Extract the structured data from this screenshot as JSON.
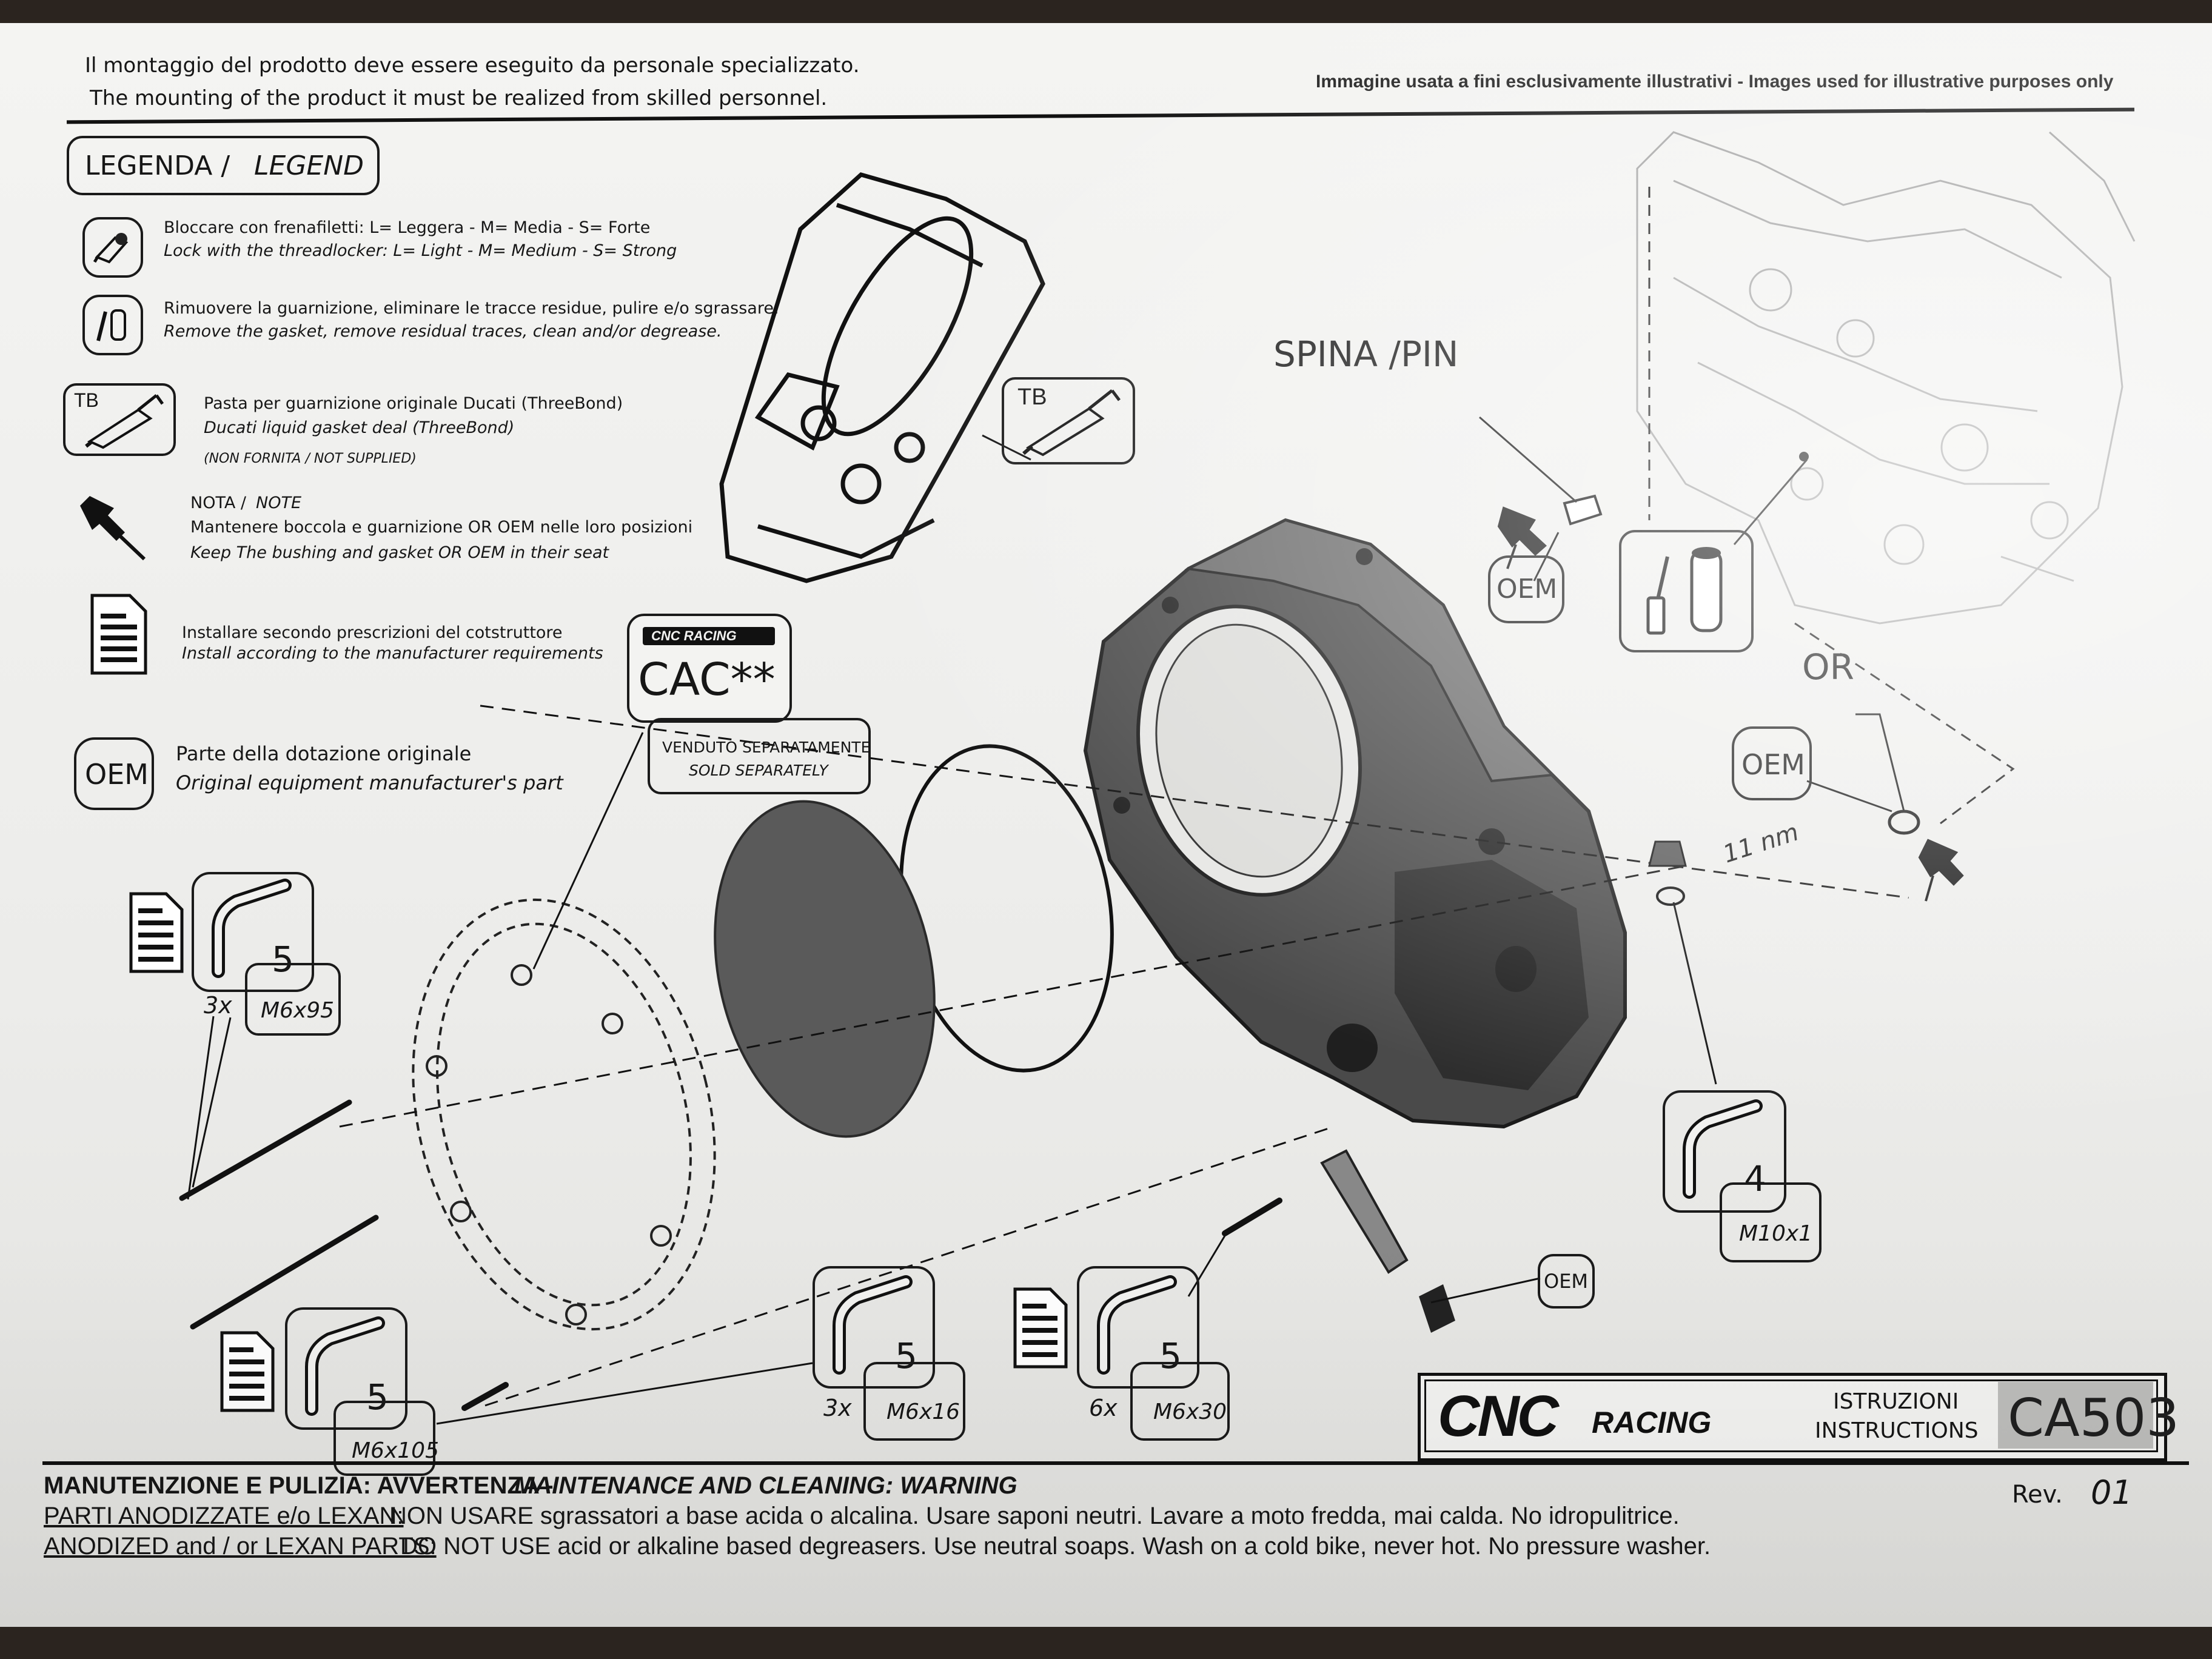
{
  "header": {
    "note_it": "Il montaggio del prodotto deve essere eseguito da personale specializzato.",
    "note_en": "The mounting of the product it must be realized from skilled personnel.",
    "disclaimer": "Immagine usata a fini esclusivamente illustrativi - Images used for illustrative purposes only"
  },
  "legend": {
    "title_it": "LEGENDA /",
    "title_en": "LEGEND",
    "items": [
      {
        "icon": "threadlocker-icon",
        "it": "Bloccare con frenafiletti: L= Leggera - M= Media - S= Forte",
        "en": "Lock with the threadlocker: L= Light - M= Medium - S= Strong"
      },
      {
        "icon": "gasket-clean-icon",
        "it": "Rimuovere la guarnizione, eliminare le tracce residue, pulire e/o sgrassare.",
        "en": "Remove the gasket, remove residual traces, clean and/or degrease."
      },
      {
        "icon": "threebond-tube-icon",
        "badge": "TB",
        "it": "Pasta per guarnizione originale Ducati (ThreeBond)",
        "en": "Ducati liquid gasket deal (ThreeBond)",
        "extra": "(NON FORNITA / NOT SUPPLIED)"
      },
      {
        "icon": "pushpin-icon",
        "it_head": "NOTA /",
        "en_head": "NOTE",
        "it": "Mantenere boccola e guarnizione OR OEM nelle loro posizioni",
        "en": "Keep The bushing and gasket OR OEM in their seat"
      },
      {
        "icon": "document-icon",
        "it": "Installare secondo prescrizioni del cotstruttore",
        "en": "Install according to the manufacturer requirements"
      },
      {
        "icon": "oem-badge-icon",
        "badge": "OEM",
        "it": "Parte della dotazione originale",
        "en": "Original equipment manufacturer's part"
      }
    ]
  },
  "diagram": {
    "spina_label": "SPINA /PIN",
    "or_label": "OR",
    "oem_label": "OEM",
    "tb_label": "TB",
    "torque_note": "11 nm",
    "cac": {
      "logo": "CNC RACING",
      "code": "CAC**",
      "sold_it": "VENDUTO SEPARATAMENTE",
      "sold_en": "SOLD SEPARATELY"
    },
    "fasteners": [
      {
        "id": "m6x95",
        "qty": "3x",
        "size": "M6x95",
        "key": "5"
      },
      {
        "id": "m6x105",
        "qty": "",
        "size": "M6x105",
        "key": "5"
      },
      {
        "id": "m6x16",
        "qty": "3x",
        "size": "M6x16",
        "key": "5"
      },
      {
        "id": "m6x30",
        "qty": "6x",
        "size": "M6x30",
        "key": "5"
      },
      {
        "id": "m10x1",
        "qty": "",
        "size": "M10x1",
        "key": "4"
      }
    ]
  },
  "title_block": {
    "brand": "CNC",
    "brand_sub": "RACING",
    "label_it": "ISTRUZIONI",
    "label_en": "INSTRUCTIONS",
    "code": "CA503"
  },
  "footer": {
    "warning_it": "MANUTENZIONE E PULIZIA: AVVERTENZA -",
    "warning_en": "MAINTENANCE AND CLEANING: WARNING",
    "line2_label": "PARTI ANODIZZATE  e/o LEXAN:",
    "line2_text": "NON USARE sgrassatori a base acida o alcalina. Usare saponi neutri. Lavare a moto fredda, mai calda. No idropulitrice.",
    "line3_label": "ANODIZED and / or LEXAN PARTS:",
    "line3_text": "DO NOT USE acid or alkaline based degreasers. Use neutral soaps. Wash on a cold bike, never hot. No pressure washer.",
    "rev_label": "Rev.",
    "rev_value": "01"
  }
}
